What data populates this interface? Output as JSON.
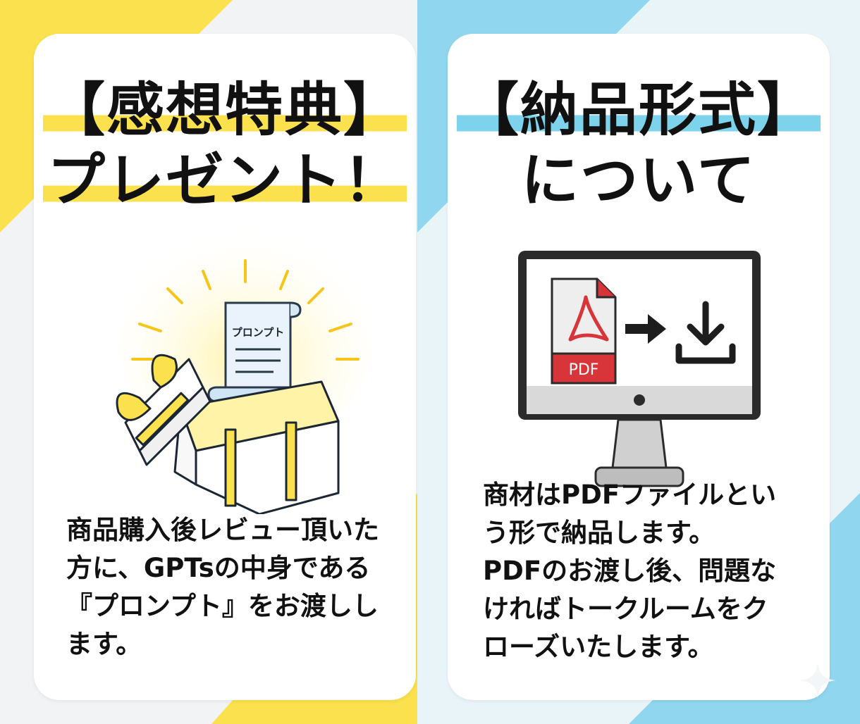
{
  "left_panel": {
    "title_line1": "【感想特典】",
    "title_line2": "プレゼント！",
    "scroll_label": "プロンプト",
    "body_text": "商品購入後レビュー頂いた\n方に、GPTsの中身である\n『プロンプト』をお渡しし\nます。"
  },
  "right_panel": {
    "title_line1": "【納品形式】",
    "title_line2": "について",
    "file_badge": "PDF",
    "body_text": "商材はPDFファイルとい\nう形で納品します。\nPDFのお渡し後、問題な\nければトークルームをク\nローズいたします。"
  },
  "colors": {
    "accent_yellow": "#fbe14d",
    "accent_blue": "#7ed3ec",
    "pdf_red": "#d8353a"
  },
  "icons": [
    "sparkle-rays",
    "gift-box-icon",
    "prompt-scroll-icon",
    "monitor-icon",
    "pdf-file-icon",
    "arrow-right-icon",
    "download-icon",
    "sparkle-icon"
  ]
}
